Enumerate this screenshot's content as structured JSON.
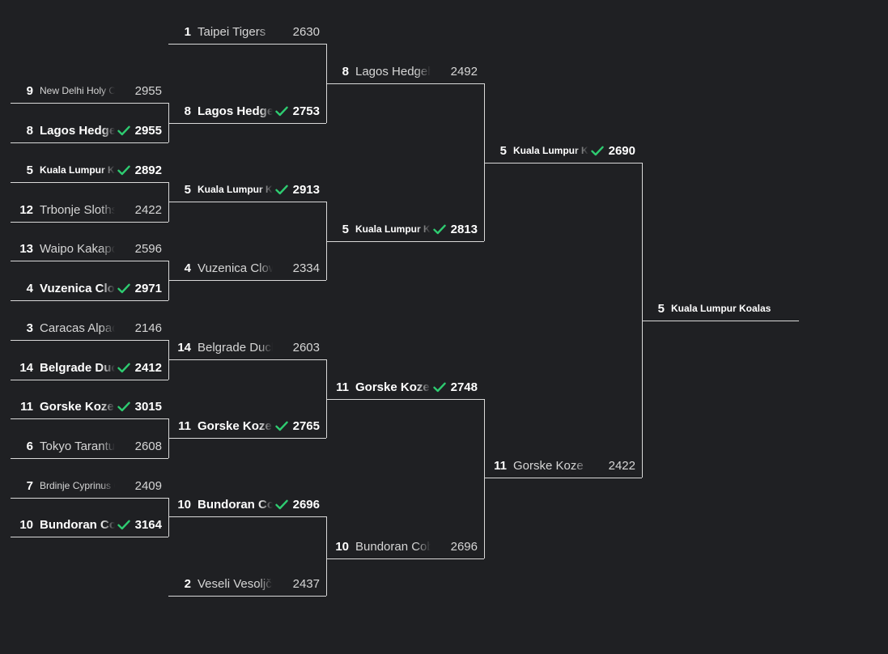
{
  "colors": {
    "background": "#1f2023",
    "line": "#d9d9d9",
    "check": "#2ecc71"
  },
  "icons": {
    "winner_marker": "check-icon"
  },
  "rounds": [
    {
      "name": "round-1",
      "slots": [
        {
          "seed": "9",
          "team": "New Delhi Holy Cows",
          "score": "2955",
          "win": false,
          "small": true
        },
        {
          "seed": "8",
          "team": "Lagos Hedgehogs",
          "score": "2955",
          "win": true
        },
        {
          "seed": "5",
          "team": "Kuala Lumpur Koalas",
          "score": "2892",
          "win": true,
          "small": true
        },
        {
          "seed": "12",
          "team": "Trbonje Sloths",
          "score": "2422",
          "win": false
        },
        {
          "seed": "13",
          "team": "Waipo Kakapos",
          "score": "2596",
          "win": false
        },
        {
          "seed": "4",
          "team": "Vuzenica Clowns",
          "score": "2971",
          "win": true
        },
        {
          "seed": "3",
          "team": "Caracas Alpacas",
          "score": "2146",
          "win": false
        },
        {
          "seed": "14",
          "team": "Belgrade Ducks",
          "score": "2412",
          "win": true
        },
        {
          "seed": "11",
          "team": "Gorske Koze",
          "score": "3015",
          "win": true
        },
        {
          "seed": "6",
          "team": "Tokyo Tarantulas",
          "score": "2608",
          "win": false
        },
        {
          "seed": "7",
          "team": "Brdinje Cyprinus Carpio",
          "score": "2409",
          "win": false,
          "small": true
        },
        {
          "seed": "10",
          "team": "Bundoran Cobras",
          "score": "3164",
          "win": true
        }
      ]
    },
    {
      "name": "round-2",
      "slots": [
        {
          "seed": "1",
          "team": "Taipei Tigers",
          "score": "2630",
          "win": false
        },
        {
          "seed": "8",
          "team": "Lagos Hedgehogs",
          "score": "2753",
          "win": true
        },
        {
          "seed": "5",
          "team": "Kuala Lumpur Koalas",
          "score": "2913",
          "win": true,
          "small": true
        },
        {
          "seed": "4",
          "team": "Vuzenica Clowns",
          "score": "2334",
          "win": false
        },
        {
          "seed": "14",
          "team": "Belgrade Ducks",
          "score": "2603",
          "win": false
        },
        {
          "seed": "11",
          "team": "Gorske Koze",
          "score": "2765",
          "win": true
        },
        {
          "seed": "10",
          "team": "Bundoran Cobras",
          "score": "2696",
          "win": true
        },
        {
          "seed": "2",
          "team": "Veseli Vesoljčki",
          "score": "2437",
          "win": false
        }
      ]
    },
    {
      "name": "round-3",
      "slots": [
        {
          "seed": "8",
          "team": "Lagos Hedgehogs",
          "score": "2492",
          "win": false
        },
        {
          "seed": "5",
          "team": "Kuala Lumpur Koalas",
          "score": "2813",
          "win": true,
          "small": true
        },
        {
          "seed": "11",
          "team": "Gorske Koze",
          "score": "2748",
          "win": true
        },
        {
          "seed": "10",
          "team": "Bundoran Cobras",
          "score": "2696",
          "win": false
        }
      ]
    },
    {
      "name": "round-4",
      "slots": [
        {
          "seed": "5",
          "team": "Kuala Lumpur Koalas",
          "score": "2690",
          "win": true,
          "small": true
        },
        {
          "seed": "11",
          "team": "Gorske Koze",
          "score": "2422",
          "win": false
        }
      ]
    },
    {
      "name": "champion",
      "slots": [
        {
          "seed": "5",
          "team": "Kuala Lumpur Koalas",
          "score": "",
          "win": true,
          "small": true
        }
      ]
    }
  ]
}
